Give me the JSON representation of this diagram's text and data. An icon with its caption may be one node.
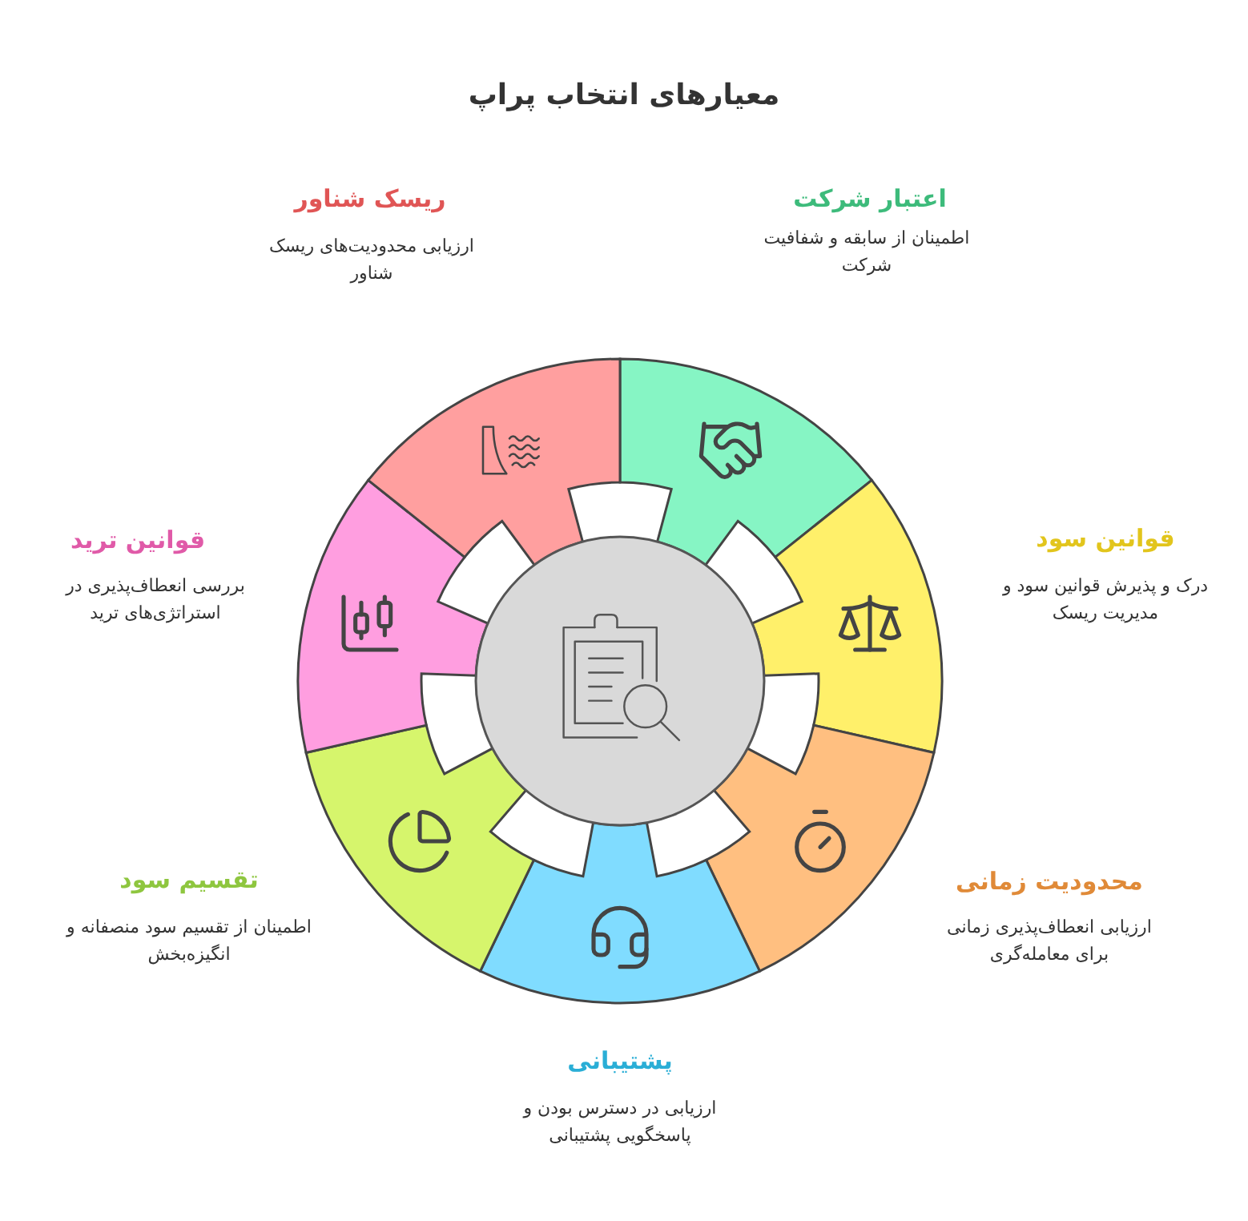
{
  "diagram": {
    "title": "معیارهای انتخاب پراپ",
    "nodes": [
      {
        "text": [],
        "shape": "sector",
        "beside": [
          "اعتبار شرکت",
          "اطمینان از سابقه و شفافیت شرکت"
        ]
      },
      {
        "text": [],
        "shape": "sector",
        "beside": [
          "قوانین سود",
          "درک و پذیرش قوانین سود و مدیریت ریسک"
        ]
      },
      {
        "text": [],
        "shape": "sector",
        "beside": [
          "محدودیت زمانی",
          "ارزیابی انعطاف‌پذیری زمانی برای معامله‌گری"
        ]
      },
      {
        "text": [],
        "shape": "sector",
        "beside": [
          "پشتیبانی",
          "ارزیابی در دسترس بودن و پاسخگویی پشتیبانی"
        ]
      },
      {
        "text": [],
        "shape": "sector",
        "beside": [
          "تقسیم سود",
          "اطمینان از تقسیم سود منصفانه و انگیزه‌بخش"
        ]
      },
      {
        "text": [],
        "shape": "sector",
        "beside": [
          "قوانین ترید",
          "بررسی انعطاف‌پذیری در استراتژی‌های ترید"
        ]
      },
      {
        "text": [],
        "shape": "sector",
        "beside": [
          "ریسک شناور",
          "ارزیابی محدودیت‌های ریسک شناور"
        ]
      },
      {
        "text": [],
        "shape": "circle"
      }
    ]
  }
}
